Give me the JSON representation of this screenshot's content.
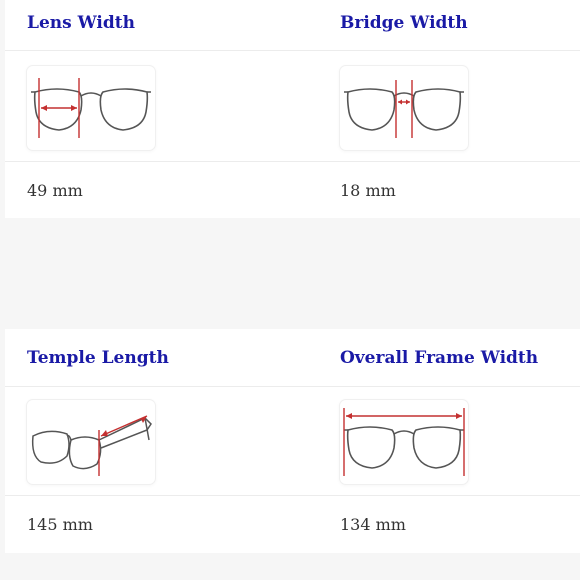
{
  "measurements": [
    {
      "label": "Lens Width",
      "value": "49 mm",
      "icon": "lens-width-diagram-icon"
    },
    {
      "label": "Bridge Width",
      "value": "18 mm",
      "icon": "bridge-width-diagram-icon"
    },
    {
      "label": "Temple Length",
      "value": "145 mm",
      "icon": "temple-length-diagram-icon"
    },
    {
      "label": "Overall Frame Width",
      "value": "134 mm",
      "icon": "overall-frame-width-diagram-icon"
    }
  ],
  "colors": {
    "label": "#1a1aa6",
    "value": "#333333",
    "measure_line": "#c43030",
    "frame": "#555555"
  }
}
